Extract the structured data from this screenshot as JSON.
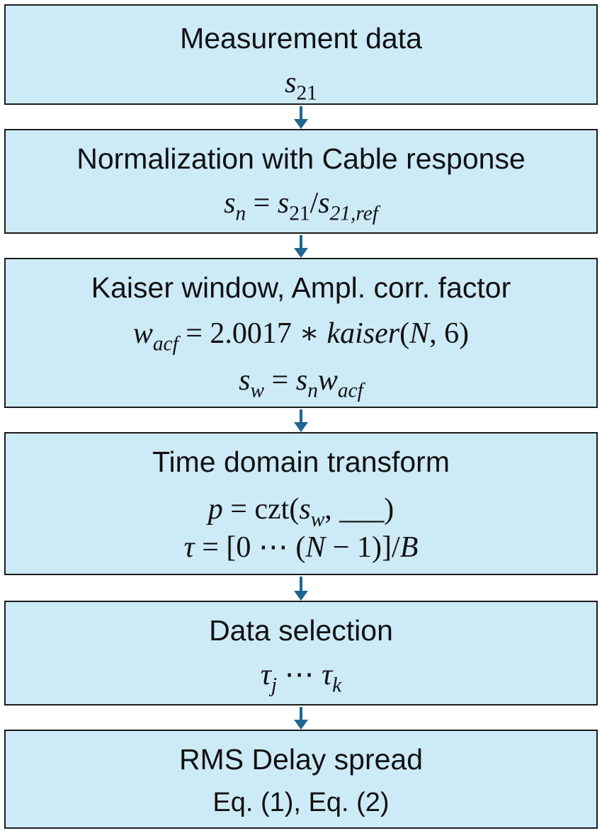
{
  "steps": [
    {
      "title": "Measurement data",
      "lines": [
        {
          "sym": "s",
          "sub": "21"
        }
      ]
    },
    {
      "title": "Normalization with Cable response",
      "lines": [
        {
          "lhs": "s",
          "lhs_sub": "n",
          "op": " = ",
          "a": "s",
          "a_sub": "21",
          "div": "/",
          "b": "s",
          "b_sub": "21,ref"
        }
      ]
    },
    {
      "title": "Kaiser window, Ampl. corr. factor",
      "lines": [
        {
          "lhs": "w",
          "lhs_sub": "acf",
          "op": " = 2.0017 ∗ ",
          "fn": "kaiser",
          "args_open": "(",
          "arg1": "N",
          "args_rest": ", 6)"
        },
        {
          "lhs": "s",
          "lhs_sub": "w",
          "op": " = ",
          "a": "s",
          "a_sub": "n",
          "b": "w",
          "b_sub": "acf"
        }
      ]
    },
    {
      "title": "Time domain transform",
      "lines": [
        {
          "lhs": "p",
          "op": " = czt(",
          "a": "s",
          "a_sub": "w",
          "rest": ", ___)"
        },
        {
          "lhs": "τ",
          "op": " = [0 ⋯ (",
          "a": "N",
          "rest": " − 1)]/",
          "b": "B"
        }
      ]
    },
    {
      "title": "Data selection",
      "lines": [
        {
          "a": "τ",
          "a_sub": "j",
          "mid": " ⋯ ",
          "b": "τ",
          "b_sub": "k"
        }
      ]
    },
    {
      "title": "RMS Delay spread",
      "lines": [
        {
          "text": "Eq. (1), Eq. (2)"
        }
      ]
    }
  ]
}
